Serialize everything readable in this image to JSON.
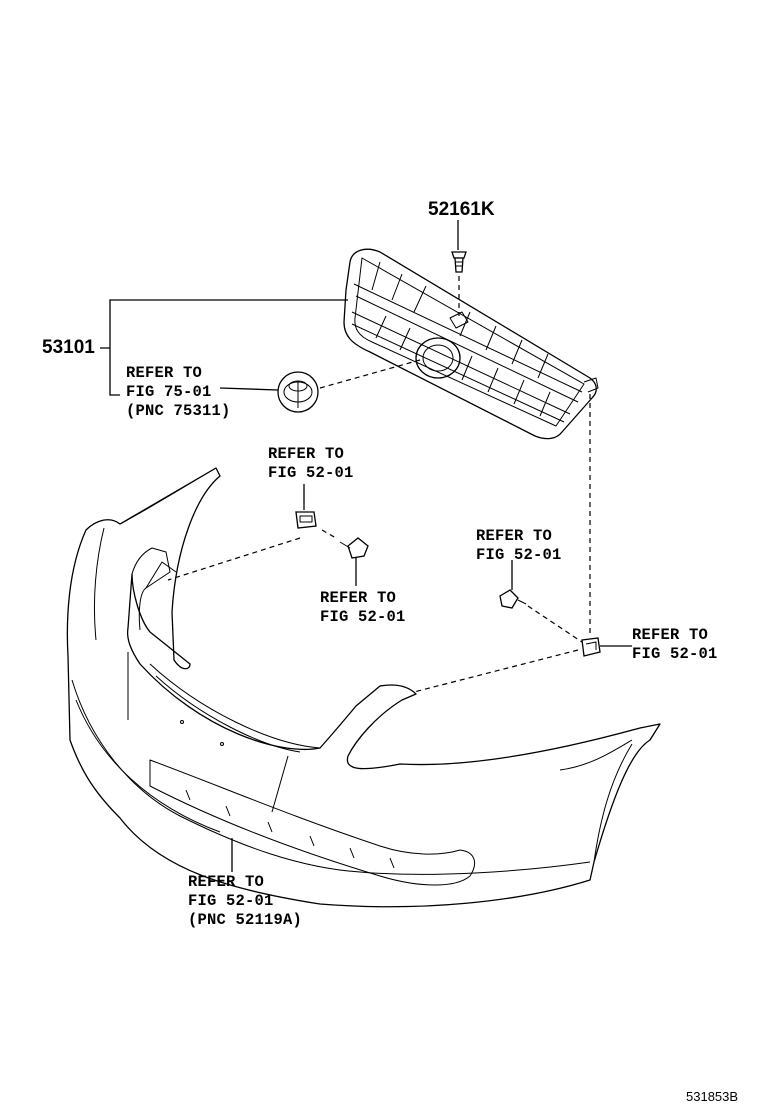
{
  "parts": {
    "clip_number": "52161K",
    "grille_number": "53101"
  },
  "references": {
    "emblem": {
      "line1": "REFER TO",
      "line2": "FIG 75-01",
      "line3": "(PNC 75311)"
    },
    "bracket_clip": {
      "line1": "REFER TO",
      "line2": "FIG 52-01"
    },
    "screw_left": {
      "line1": "REFER TO",
      "line2": "FIG 52-01"
    },
    "screw_right": {
      "line1": "REFER TO",
      "line2": "FIG 52-01"
    },
    "nut_right": {
      "line1": "REFER TO",
      "line2": "FIG 52-01"
    },
    "bumper": {
      "line1": "REFER TO",
      "line2": "FIG 52-01",
      "line3": "(PNC 52119A)"
    }
  },
  "illustration_code": "531853B"
}
